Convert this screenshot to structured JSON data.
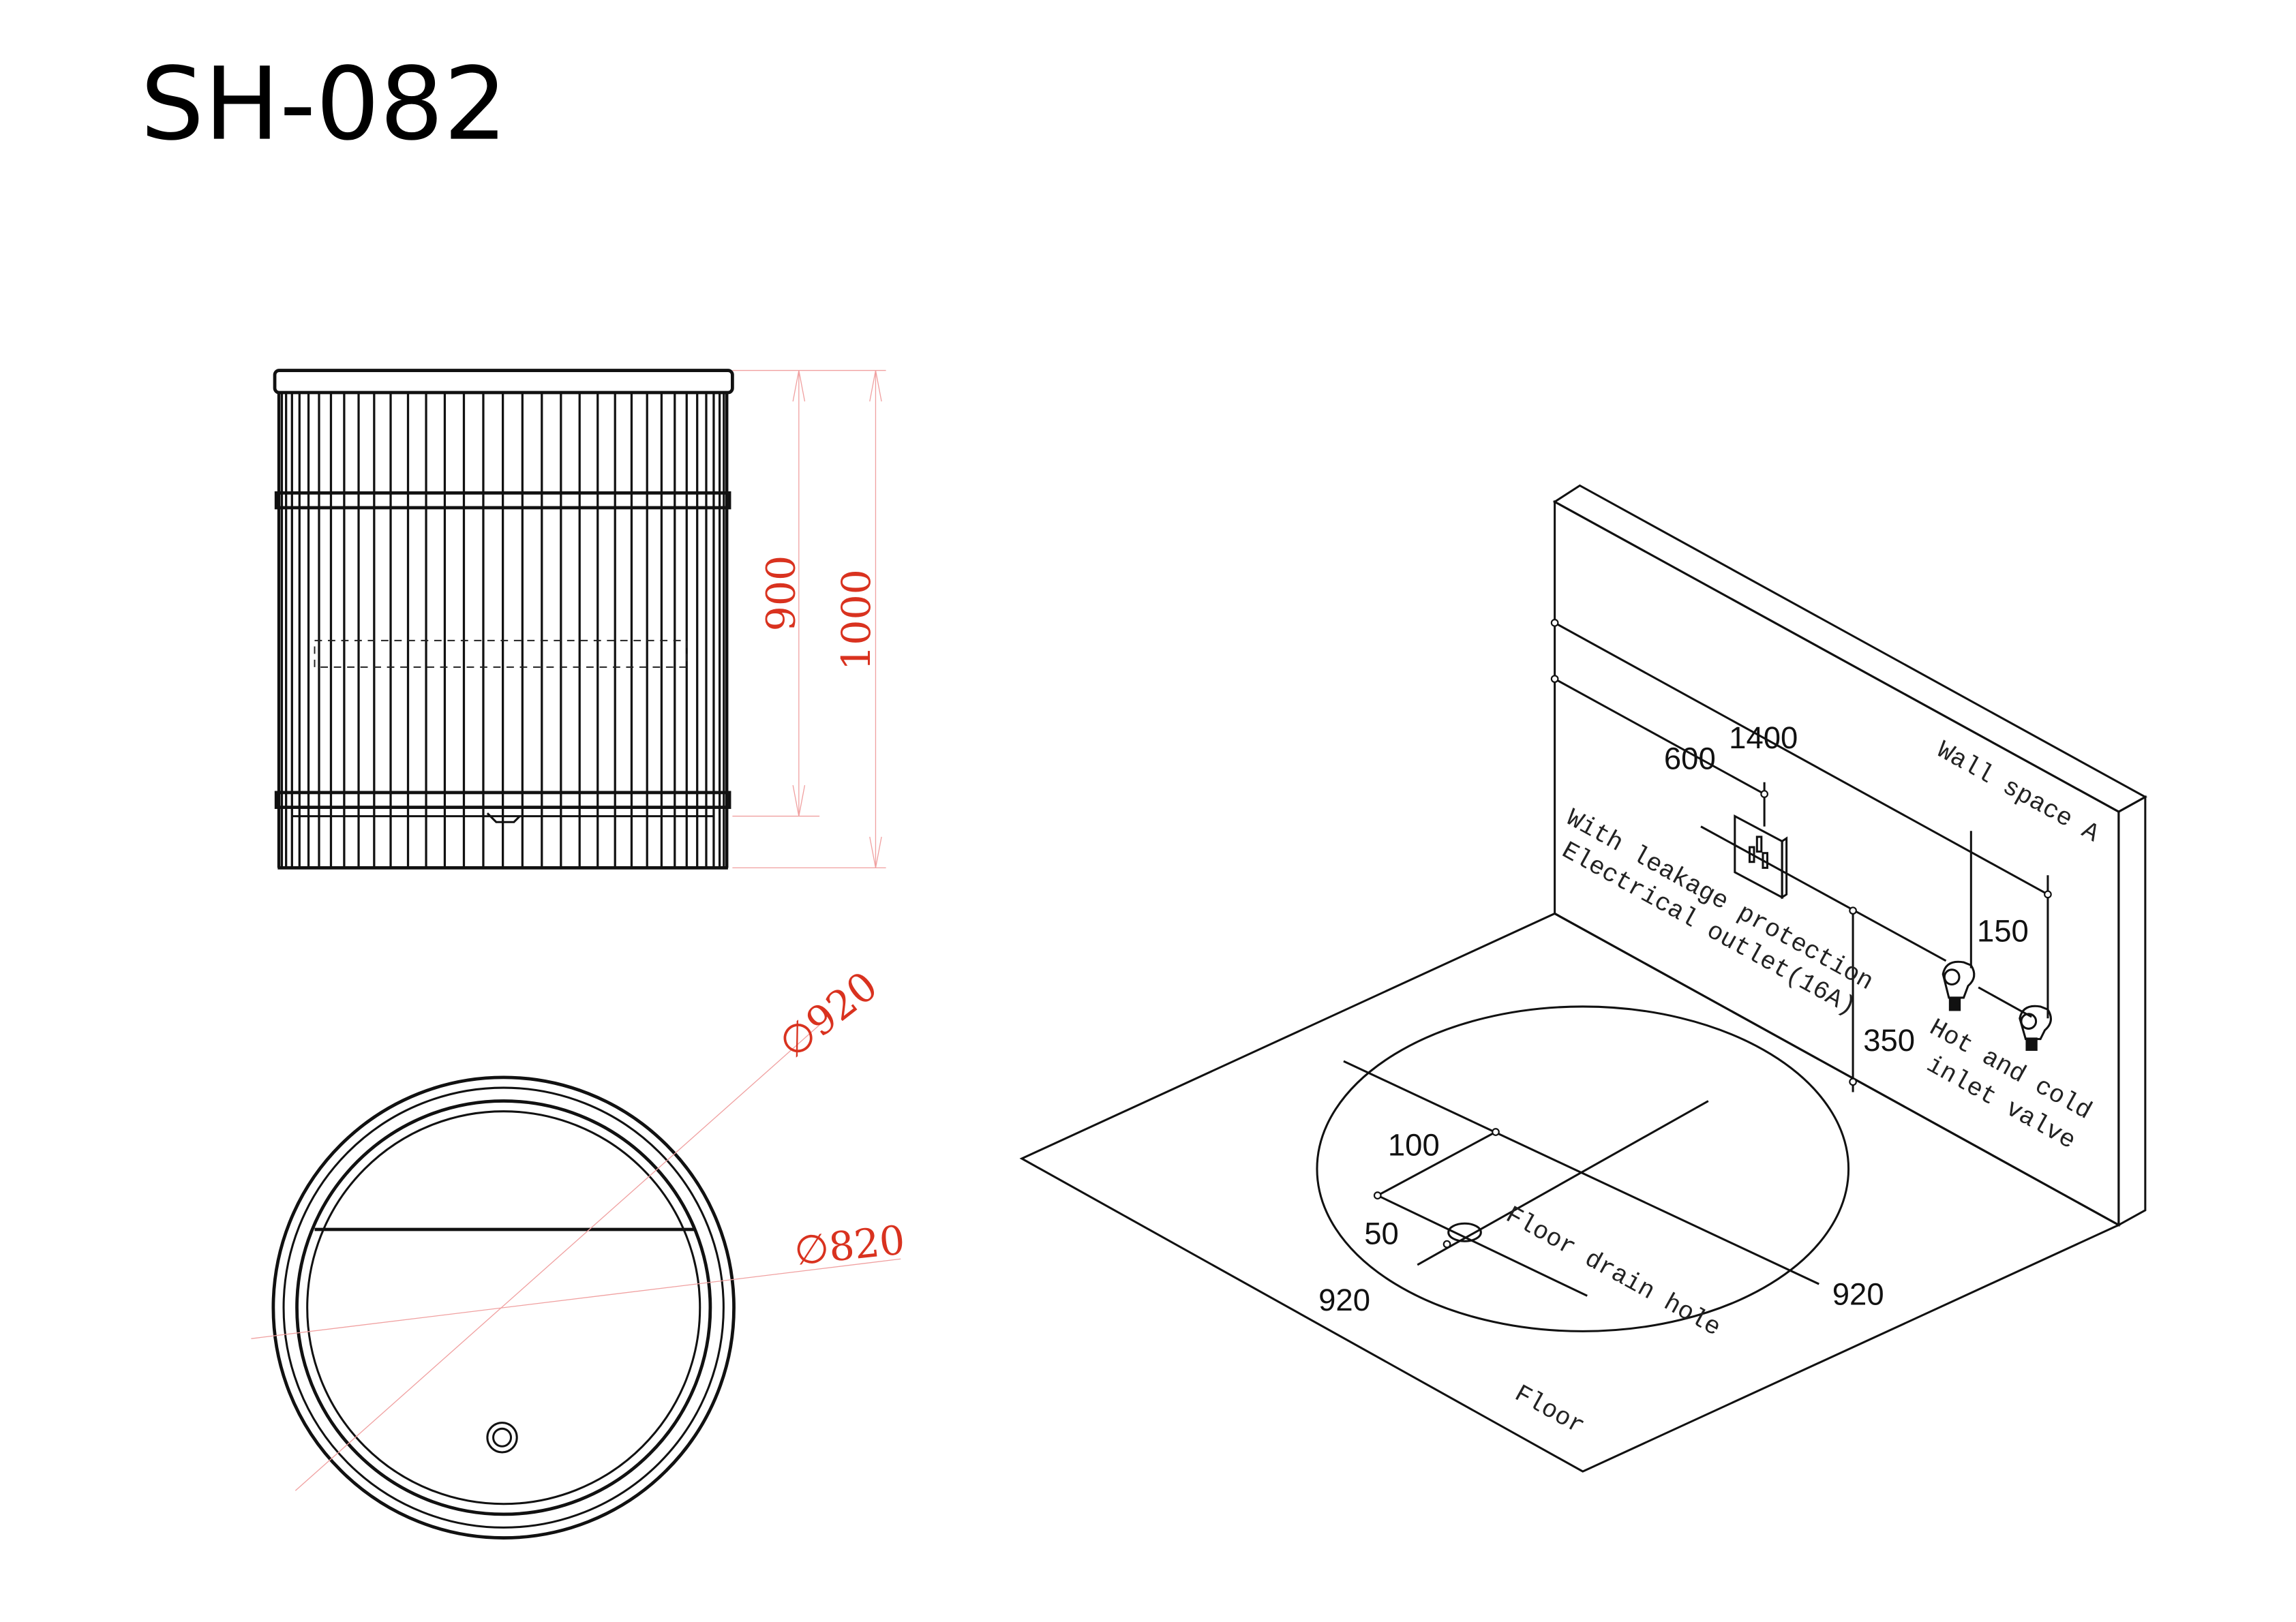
{
  "title": "SH-082",
  "front_view": {
    "dim_inner": "900",
    "dim_outer": "1000"
  },
  "top_view": {
    "dim_outer": "∅920",
    "dim_inner": "∅820"
  },
  "install_view": {
    "dim_600": "600",
    "dim_1400": "1400",
    "dim_150": "150",
    "dim_350": "350",
    "dim_100": "100",
    "dim_50": "50",
    "dim_920_left": "920",
    "dim_920_right": "920",
    "wall_label": "Wall space A",
    "outlet_label_1": "With leakage protection",
    "outlet_label_2": "Electrical outlet(16A)",
    "valve_label_1": "Hot and cold",
    "valve_label_2": "inlet valve",
    "drain_label": "Floor drain hole",
    "floor_label": "Floor"
  }
}
